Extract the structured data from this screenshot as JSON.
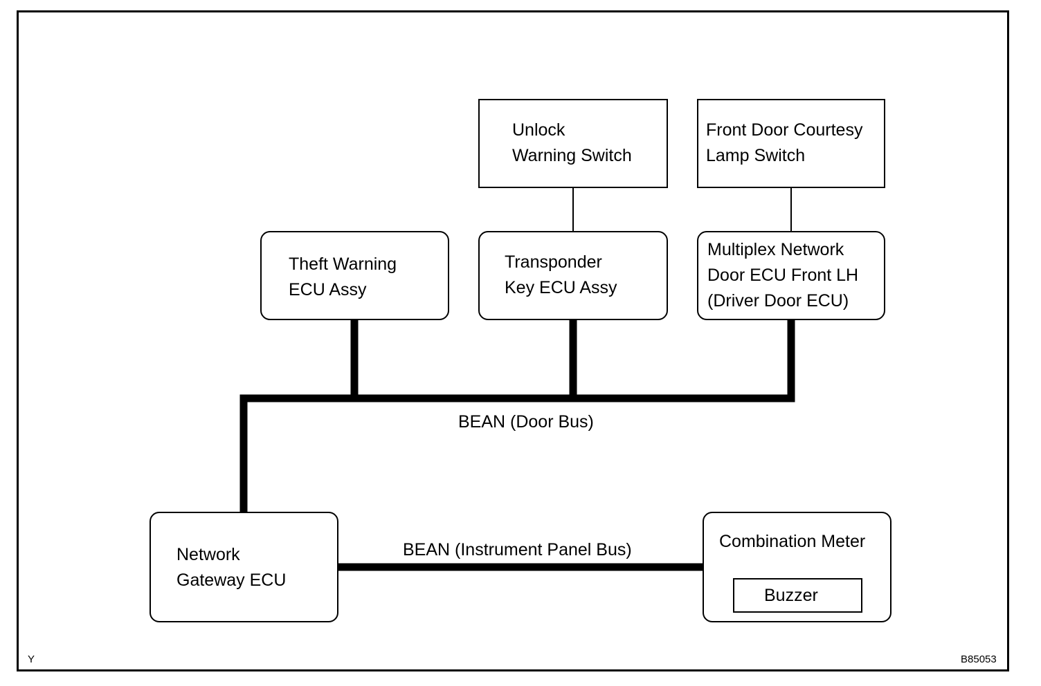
{
  "nodes": {
    "unlock_warning_switch": {
      "line1": "Unlock",
      "line2": "Warning Switch"
    },
    "front_door_courtesy": {
      "line1": "Front Door Courtesy",
      "line2": "Lamp Switch"
    },
    "theft_warning_ecu": {
      "line1": "Theft Warning",
      "line2": "ECU Assy"
    },
    "transponder_key_ecu": {
      "line1": "Transponder",
      "line2": "Key ECU Assy"
    },
    "multiplex_door_ecu": {
      "line1": "Multiplex Network",
      "line2": "Door ECU Front LH",
      "line3": "(Driver Door ECU)"
    },
    "network_gateway_ecu": {
      "line1": "Network",
      "line2": "Gateway ECU"
    },
    "combination_meter": {
      "title": "Combination Meter",
      "buzzer": "Buzzer"
    }
  },
  "buses": {
    "door_bus": "BEAN (Door Bus)",
    "instrument_panel_bus": "BEAN (Instrument Panel Bus)"
  },
  "corner": {
    "left": "Y",
    "right": "B85053"
  }
}
